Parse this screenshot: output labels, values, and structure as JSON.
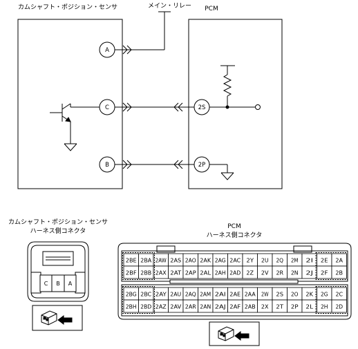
{
  "diagram": {
    "camshaft_sensor_label": "カムシャフト・ポジション・センサ",
    "main_relay_label": "メイン・リレー",
    "pcm_label": "PCM",
    "sensor_terminals": [
      "A",
      "C",
      "B"
    ],
    "pcm_terminals": [
      "2S",
      "2P"
    ]
  },
  "sensor_connector": {
    "title_line1": "カムシャフト・ポジション・センサ",
    "title_line2": "ハーネス側コネクタ",
    "pins": [
      "C",
      "B",
      "A"
    ]
  },
  "pcm_connector": {
    "title_line1": "PCM",
    "title_line2": "ハーネス側コネクタ",
    "rows": [
      [
        "2BE",
        "2BA",
        "2AW",
        "2AS",
        "2AO",
        "2AK",
        "2AG",
        "2AC",
        "2Y",
        "2U",
        "2Q",
        "2M",
        "2I",
        "2E",
        "2A"
      ],
      [
        "2BF",
        "2BB",
        "2AX",
        "2AT",
        "2AP",
        "2AL",
        "2AH",
        "2AD",
        "2Z",
        "2V",
        "2R",
        "2N",
        "2J",
        "2F",
        "2B"
      ],
      [
        "2BG",
        "2BC",
        "2AY",
        "2AU",
        "2AQ",
        "2AM",
        "2AI",
        "2AE",
        "2AA",
        "2W",
        "2S",
        "2O",
        "2K",
        "2G",
        "2C"
      ],
      [
        "2BH",
        "2BD",
        "2AZ",
        "2AV",
        "2AR",
        "2AN",
        "2AJ",
        "2AF",
        "2AB",
        "2X",
        "2T",
        "2P",
        "2L",
        "2H",
        "2D"
      ]
    ]
  }
}
